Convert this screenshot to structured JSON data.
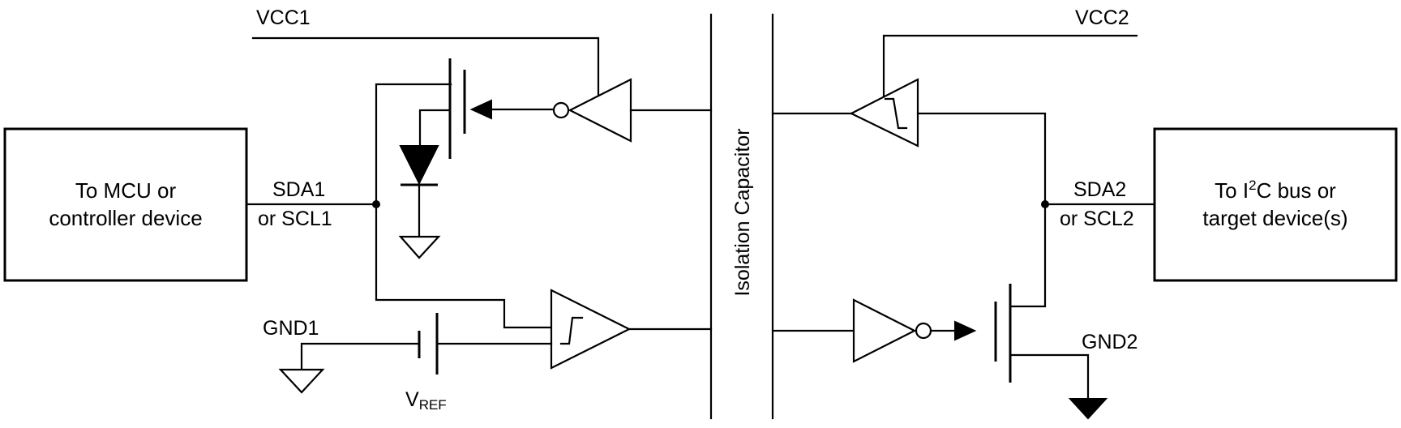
{
  "labels": {
    "vcc1": "VCC1",
    "vcc2": "VCC2",
    "gnd1": "GND1",
    "gnd2": "GND2",
    "sda1": "SDA1",
    "scl1": "or SCL1",
    "sda2": "SDA2",
    "scl2": "or SCL2",
    "vref_main": "V",
    "vref_sub": "REF",
    "isolation": "Isolation Capacitor"
  },
  "left_box": {
    "line1": "To MCU or",
    "line2": "controller device"
  },
  "right_box": {
    "line1_a": "To I",
    "line1_sup": "2",
    "line1_b": "C bus or",
    "line2": "target device(s)"
  }
}
